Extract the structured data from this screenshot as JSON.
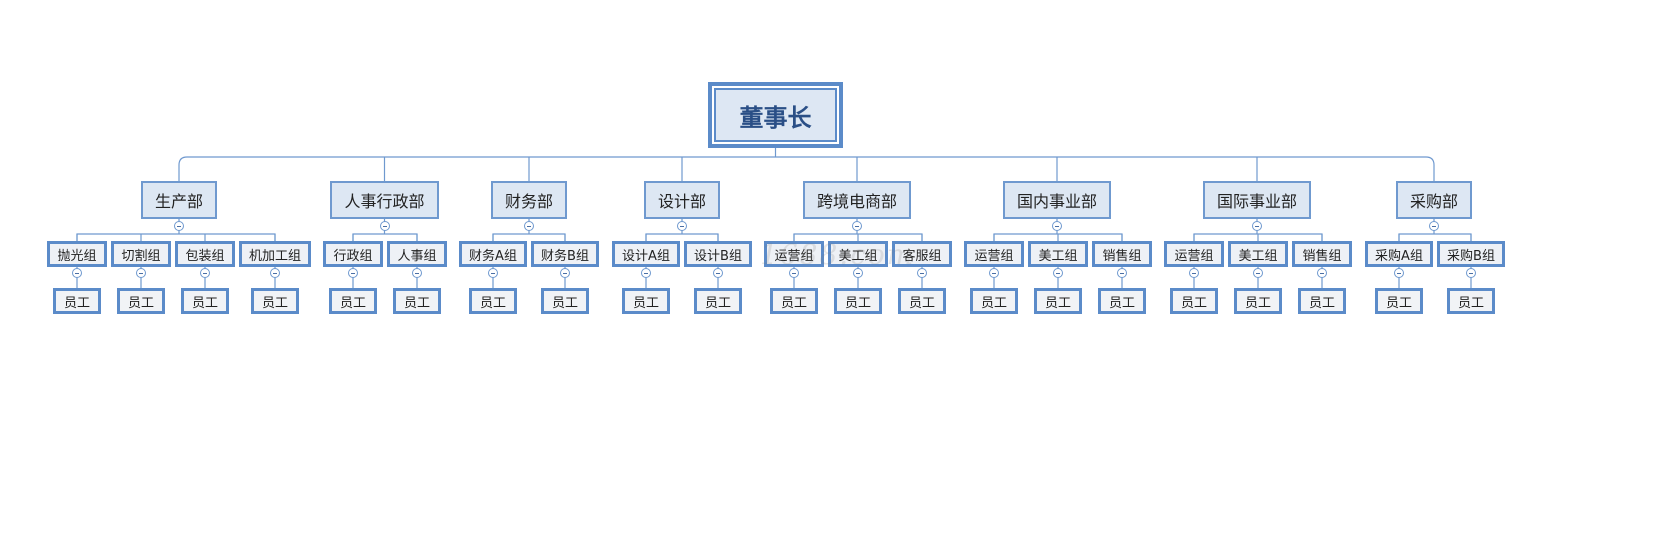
{
  "root": {
    "label": "董事长"
  },
  "watermark": "1688.com",
  "departments": [
    {
      "label": "生产部",
      "groups": [
        {
          "label": "抛光组",
          "employee": "员工"
        },
        {
          "label": "切割组",
          "employee": "员工"
        },
        {
          "label": "包装组",
          "employee": "员工"
        },
        {
          "label": "机加工组",
          "employee": "员工"
        }
      ]
    },
    {
      "label": "人事行政部",
      "groups": [
        {
          "label": "行政组",
          "employee": "员工"
        },
        {
          "label": "人事组",
          "employee": "员工"
        }
      ]
    },
    {
      "label": "财务部",
      "groups": [
        {
          "label": "财务A组",
          "employee": "员工"
        },
        {
          "label": "财务B组",
          "employee": "员工"
        }
      ]
    },
    {
      "label": "设计部",
      "groups": [
        {
          "label": "设计A组",
          "employee": "员工"
        },
        {
          "label": "设计B组",
          "employee": "员工"
        }
      ]
    },
    {
      "label": "跨境电商部",
      "groups": [
        {
          "label": "运营组",
          "employee": "员工"
        },
        {
          "label": "美工组",
          "employee": "员工"
        },
        {
          "label": "客服组",
          "employee": "员工"
        }
      ]
    },
    {
      "label": "国内事业部",
      "groups": [
        {
          "label": "运营组",
          "employee": "员工"
        },
        {
          "label": "美工组",
          "employee": "员工"
        },
        {
          "label": "销售组",
          "employee": "员工"
        }
      ]
    },
    {
      "label": "国际事业部",
      "groups": [
        {
          "label": "运营组",
          "employee": "员工"
        },
        {
          "label": "美工组",
          "employee": "员工"
        },
        {
          "label": "销售组",
          "employee": "员工"
        }
      ]
    },
    {
      "label": "采购部",
      "groups": [
        {
          "label": "采购A组",
          "employee": "员工"
        },
        {
          "label": "采购B组",
          "employee": "员工"
        }
      ]
    }
  ],
  "colors": {
    "line": "#6f99cf",
    "box_border": "#5b8bc9",
    "dept_fill": "#dde7f3",
    "leaf_fill": "#eef1f6",
    "root_text": "#2a4f86"
  }
}
